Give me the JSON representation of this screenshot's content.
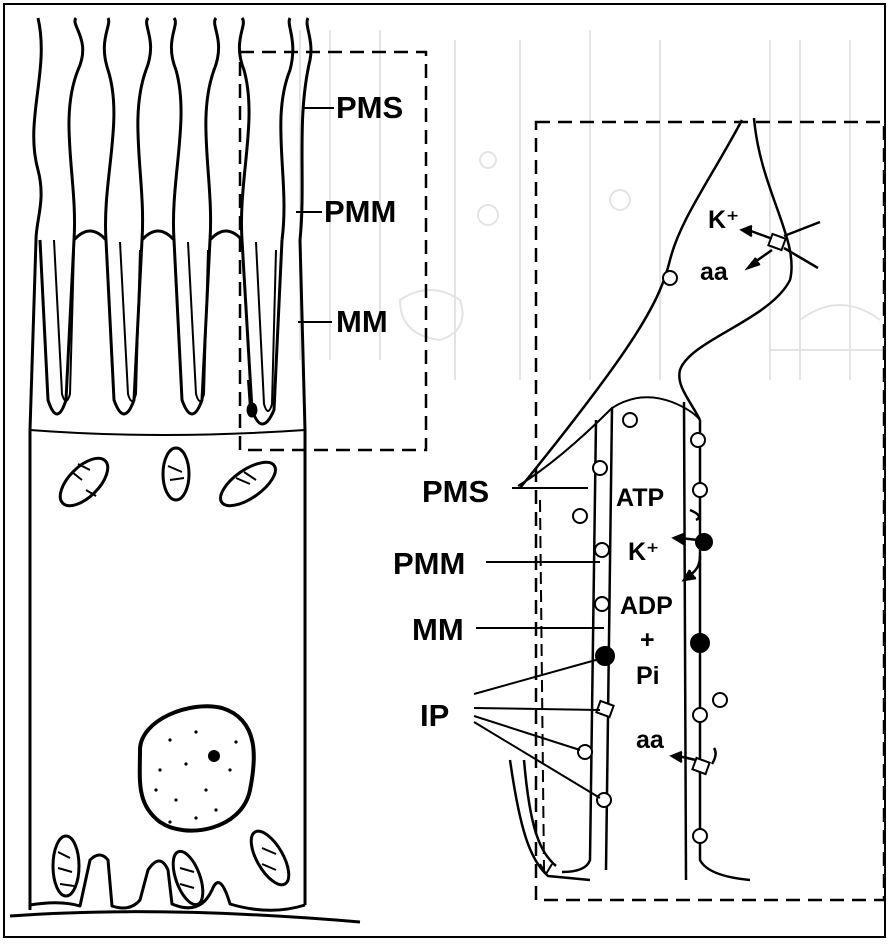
{
  "left_panel": {
    "labels": {
      "pms": "PMS",
      "pmm": "PMM",
      "mm": "MM"
    }
  },
  "right_panel": {
    "labels": {
      "pms": "PMS",
      "pmm": "PMM",
      "mm": "MM",
      "ip": "IP",
      "k_plus_top": "K⁺",
      "aa_top": "aa",
      "atp": "ATP",
      "k_plus_mid": "K⁺",
      "adp": "ADP",
      "plus": "+",
      "pi": "Pi",
      "aa_bottom": "aa"
    }
  }
}
